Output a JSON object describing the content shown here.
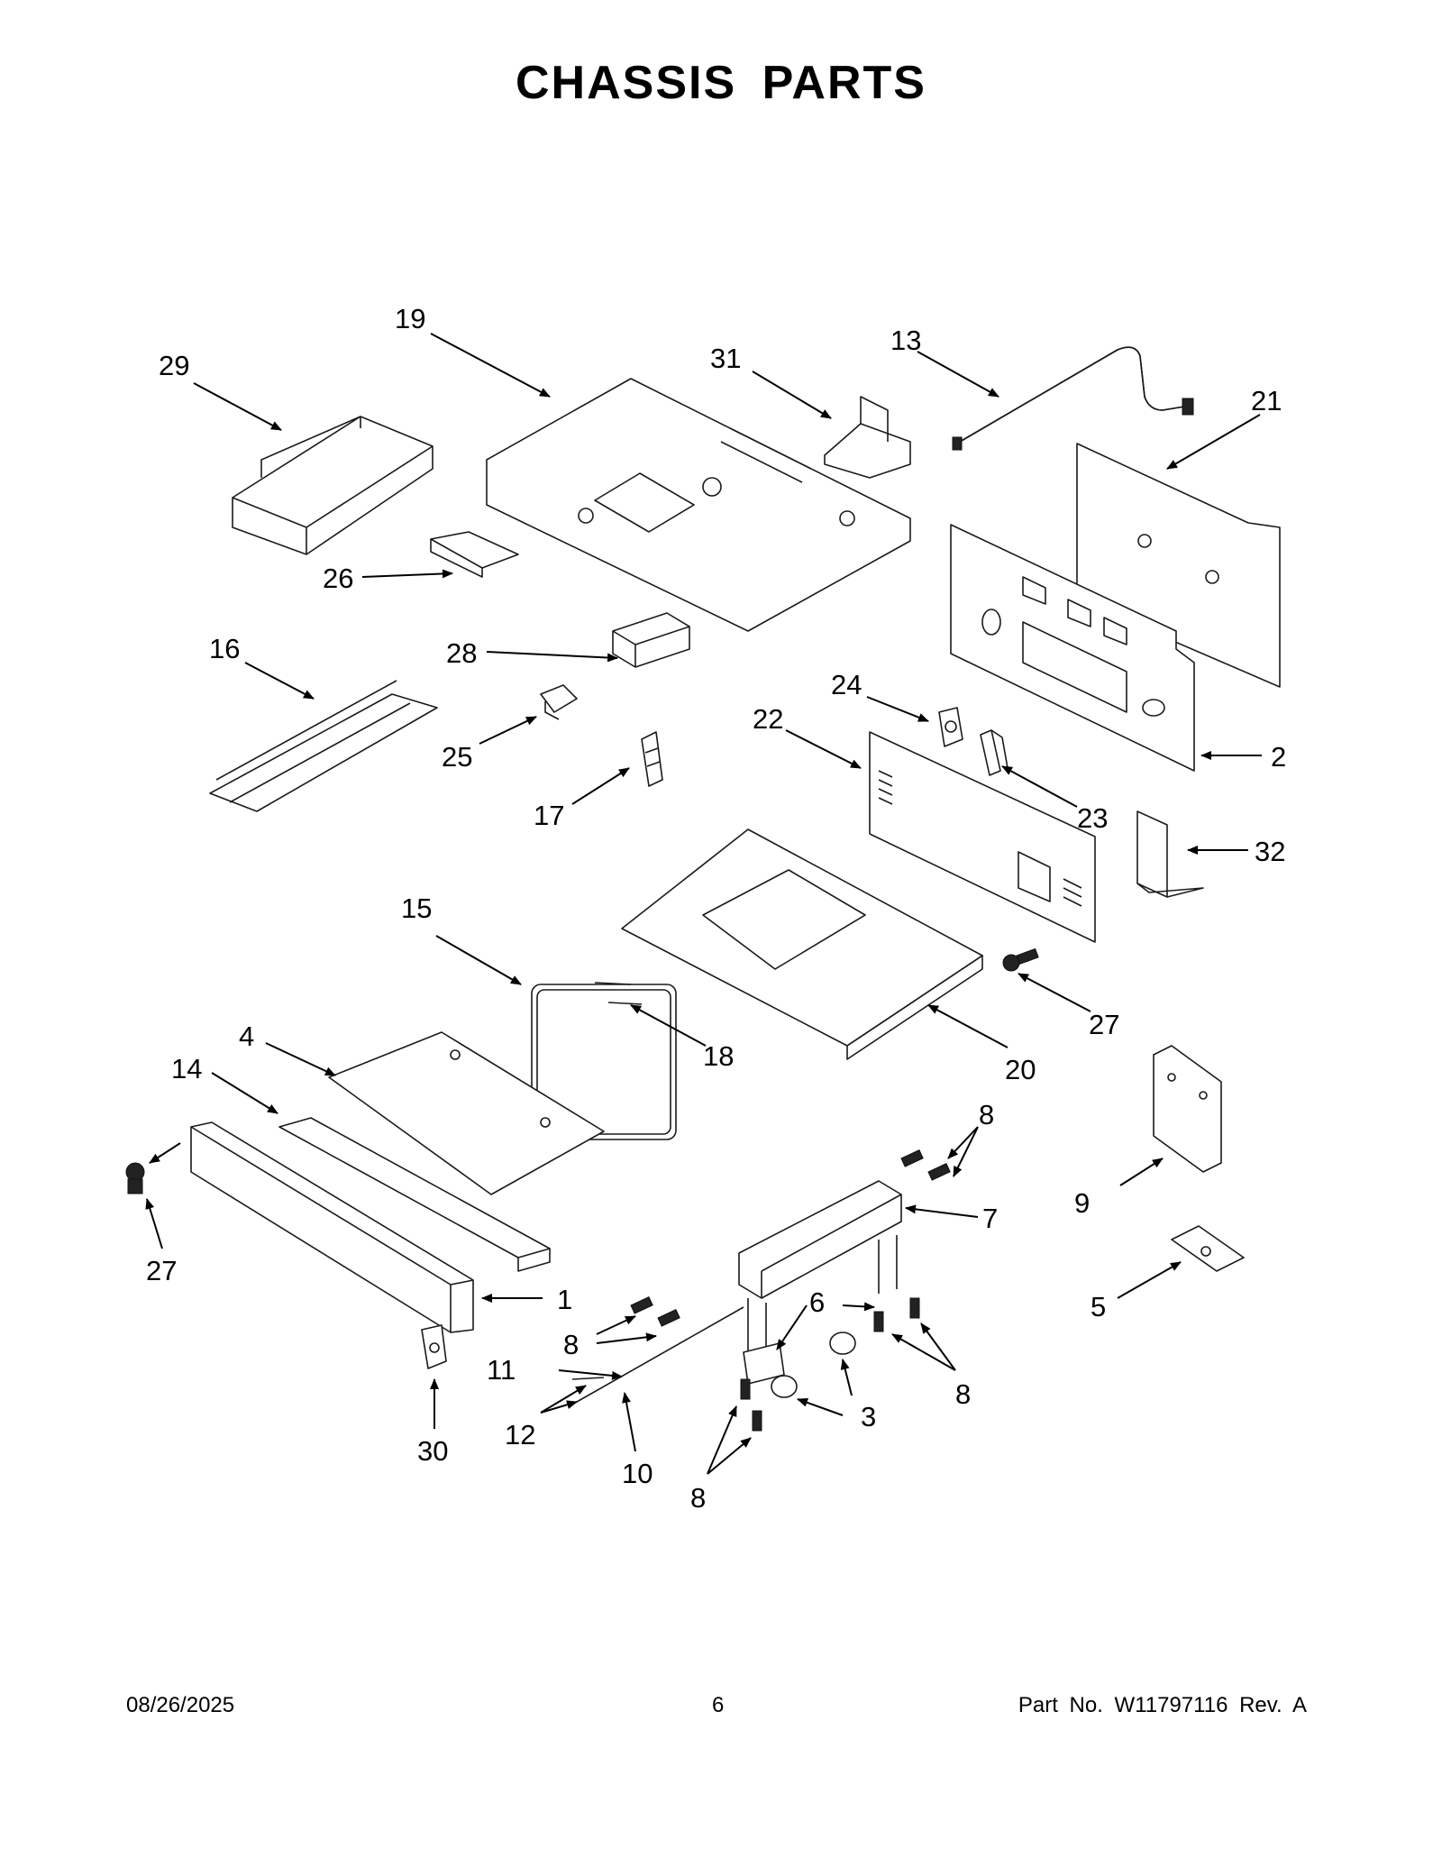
{
  "title": "CHASSIS PARTS",
  "footer": {
    "date": "08/26/2025",
    "page": "6",
    "part_number": "Part No.  W11797116  Rev.  A"
  },
  "callouts": {
    "c1": "1",
    "c2": "2",
    "c3": "3",
    "c4": "4",
    "c5": "5",
    "c6": "6",
    "c7": "7",
    "c8a": "8",
    "c8b": "8",
    "c8c": "8",
    "c8d": "8",
    "c9": "9",
    "c10": "10",
    "c11": "11",
    "c12": "12",
    "c13": "13",
    "c14": "14",
    "c15": "15",
    "c16": "16",
    "c17": "17",
    "c18": "18",
    "c19": "19",
    "c20": "20",
    "c21": "21",
    "c22": "22",
    "c23": "23",
    "c24": "24",
    "c25": "25",
    "c26": "26",
    "c27a": "27",
    "c27b": "27",
    "c28": "28",
    "c29": "29",
    "c30": "30",
    "c31": "31",
    "c32": "32"
  }
}
